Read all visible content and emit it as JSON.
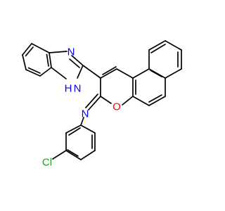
{
  "colors": {
    "background": "#ffffff",
    "bond": "#000000",
    "nitrogen": "#0000ff",
    "oxygen": "#ff0000",
    "chlorine": "#1fa01f"
  },
  "atoms": [
    {
      "id": "N_imidazole",
      "text": "N",
      "element": "nitrogen"
    },
    {
      "id": "NH_imidazole",
      "text": "H",
      "text2": "N",
      "element": "nitrogen"
    },
    {
      "id": "O_pyran",
      "text": "O",
      "element": "oxygen"
    },
    {
      "id": "N_imine",
      "text": "N",
      "element": "nitrogen"
    },
    {
      "id": "Cl",
      "text": "Cl",
      "element": "chlorine"
    }
  ]
}
